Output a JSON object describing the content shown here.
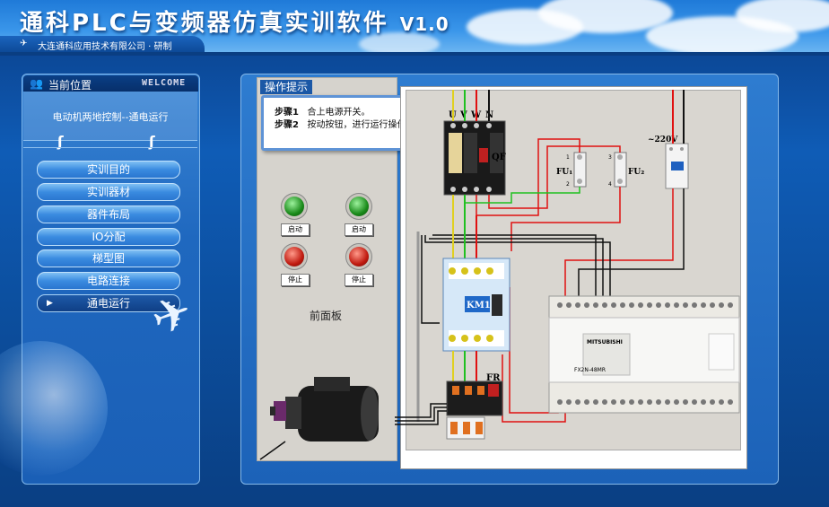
{
  "app": {
    "title": "通科PLC与变频器仿真实训软件",
    "version": "V1.0",
    "subtitle": "大连通科应用技术有限公司 · 研制"
  },
  "sidebar": {
    "location_title": "当前位置",
    "welcome": "WELCOME",
    "location_text": "电动机两地控制--通电运行",
    "items": [
      {
        "label": "实训目的",
        "active": false
      },
      {
        "label": "实训器材",
        "active": false
      },
      {
        "label": "器件布局",
        "active": false
      },
      {
        "label": "IO分配",
        "active": false
      },
      {
        "label": "梯型图",
        "active": false
      },
      {
        "label": "电路连接",
        "active": false
      },
      {
        "label": "通电运行",
        "active": true
      }
    ]
  },
  "tips": {
    "title": "操作提示",
    "steps": [
      {
        "label": "步骤1",
        "text": "合上电源开关。"
      },
      {
        "label": "步骤2",
        "text": "按动按钮，进行运行操作。"
      }
    ]
  },
  "front_panel": {
    "caption": "前面板",
    "start_label_1": "启动",
    "start_label_2": "启动",
    "stop_label_1": "停止",
    "stop_label_2": "停止"
  },
  "circuit": {
    "phase_labels": [
      "U",
      "V",
      "W",
      "N"
    ],
    "qf_label": "QF",
    "fu1_label": "FU₁",
    "fu2_label": "FU₂",
    "voltage_label": "~220V",
    "km_label": "KM1",
    "fr_label": "FR",
    "plc_brand": "MITSUBISHI",
    "plc_model": "FX2N-48MR"
  },
  "colors": {
    "header_top": "#1f7ad8",
    "panel_bg": "#1c62b8",
    "wire_red": "#e01010",
    "wire_green": "#20c020",
    "wire_yellow": "#e0d020",
    "wire_black": "#111111"
  }
}
